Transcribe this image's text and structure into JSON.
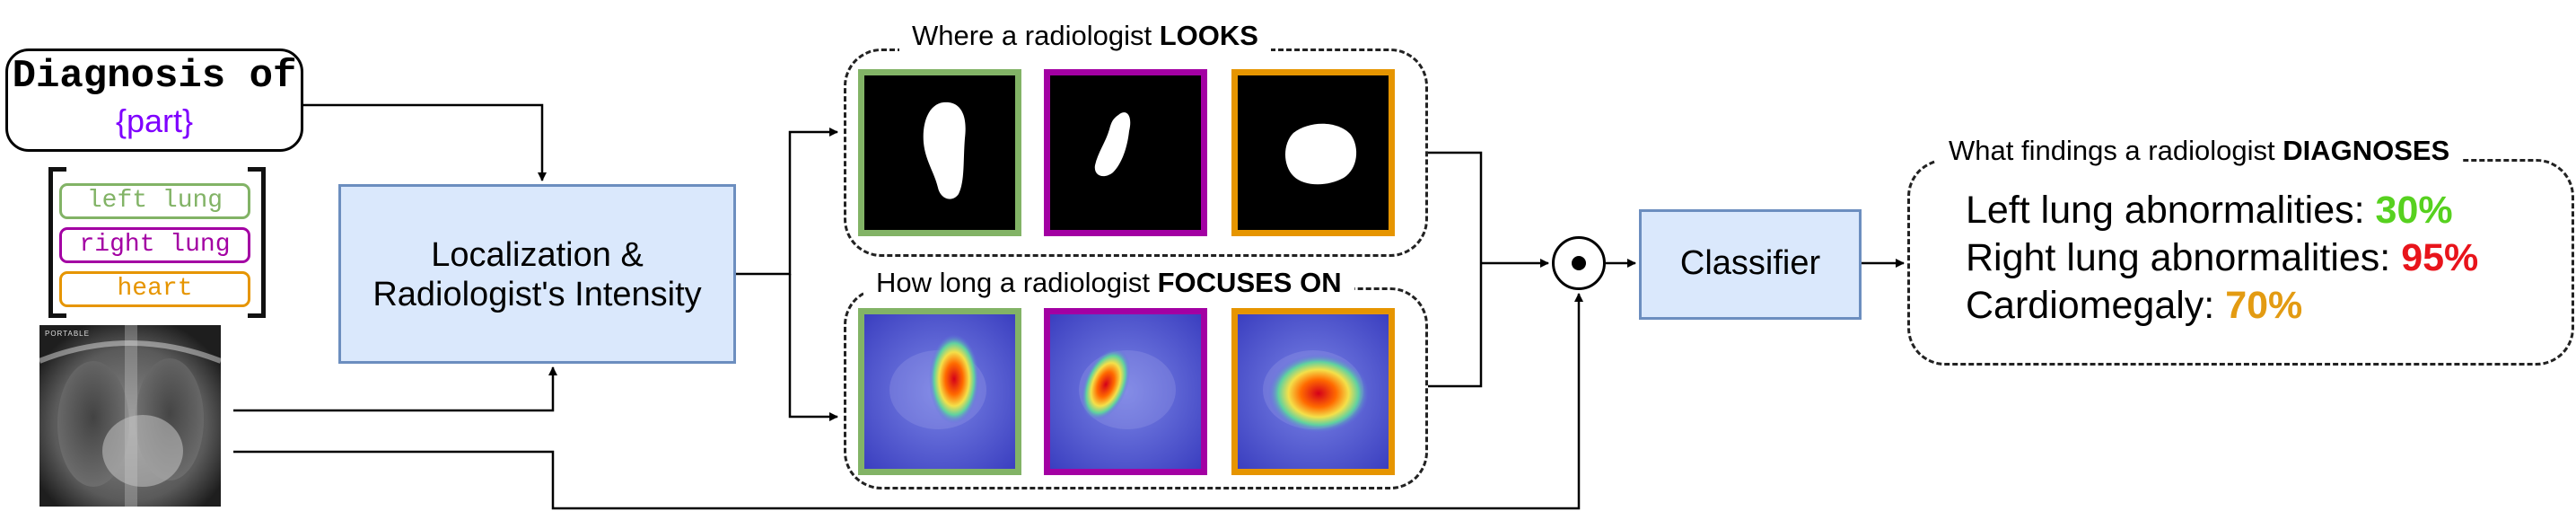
{
  "prompt": {
    "title": "Diagnosis of",
    "placeholder": "{part}",
    "placeholder_color": "#7f00ff"
  },
  "parts": [
    {
      "label": "left lung",
      "color": "#82b366"
    },
    {
      "label": "right lung",
      "color": "#a300a3"
    },
    {
      "label": "heart",
      "color": "#e69500"
    }
  ],
  "xray": {
    "tag": "PORTABLE"
  },
  "localization": {
    "line1": "Localization &",
    "line2": "Radiologist's Intensity"
  },
  "looks_group": {
    "prefix": "Where a radiologist ",
    "emphasis": "LOOKS"
  },
  "focus_group": {
    "prefix": "How long a radiologist ",
    "emphasis": "FOCUSES ON"
  },
  "classifier": {
    "label": "Classifier"
  },
  "output_group": {
    "prefix": "What findings a radiologist ",
    "emphasis": "DIAGNOSES"
  },
  "findings": [
    {
      "label": "Left lung abnormalities: ",
      "value": "30%",
      "color": "#57d11f"
    },
    {
      "label": "Right lung abnormalities: ",
      "value": "95%",
      "color": "#e8141b"
    },
    {
      "label": "Cardiomegaly: ",
      "value": "70%",
      "color": "#e39b12"
    }
  ]
}
